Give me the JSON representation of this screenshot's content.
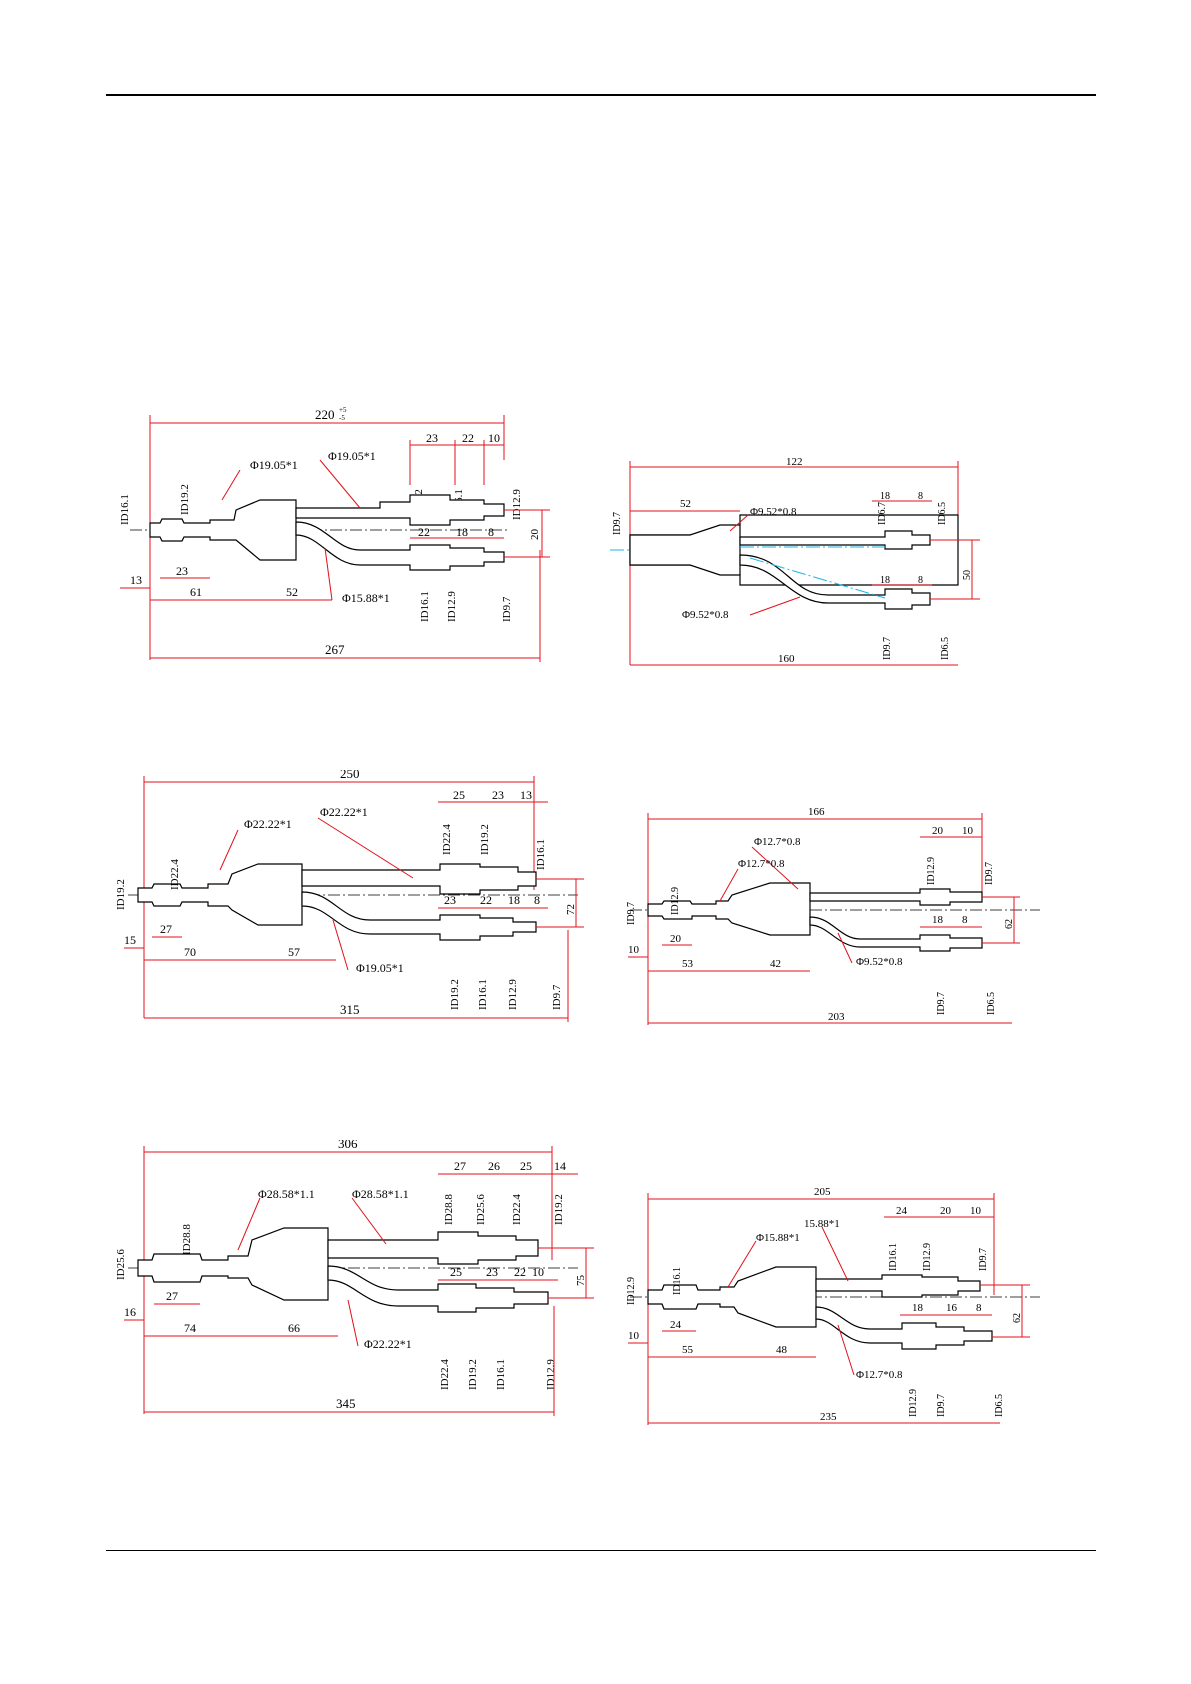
{
  "page": {
    "colors": {
      "dimension": "#e0111b",
      "outline": "#000000",
      "centerline_alt": "#19b7e6"
    }
  },
  "drawings": [
    {
      "id": "d1",
      "overall": "220",
      "overall_bottom": "267",
      "pipes": [
        "Φ19.05*1",
        "Φ19.05*1",
        "Φ15.88*1"
      ],
      "inlet_ids": [
        "ID16.1",
        "ID19.2"
      ],
      "upper_ids": [
        "ID19.2",
        "ID16.1",
        "ID12.9"
      ],
      "lower_ids": [
        "ID16.1",
        "ID12.9",
        "ID9.7"
      ],
      "upper_steps": [
        "23",
        "22",
        "10"
      ],
      "lower_steps": [
        "22",
        "18",
        "8"
      ],
      "left_dims": [
        "13",
        "23",
        "61",
        "52"
      ],
      "offset": "20"
    },
    {
      "id": "d2",
      "overall": "122",
      "overall_bottom": "160",
      "inlet_ids": [
        "ID9.7"
      ],
      "inlet_len": "52",
      "pipes": [
        "Φ9.52*0.8",
        "Φ9.52*0.8"
      ],
      "upper_ids": [
        "ID6.7",
        "ID6.5"
      ],
      "lower_ids": [
        "ID9.7",
        "ID6.5"
      ],
      "upper_steps": [
        "18",
        "8"
      ],
      "lower_steps": [
        "18",
        "8"
      ],
      "offset": "50"
    },
    {
      "id": "d3",
      "overall": "250",
      "overall_bottom": "315",
      "pipes": [
        "Φ22.22*1",
        "Φ22.22*1",
        "Φ19.05*1"
      ],
      "inlet_ids": [
        "ID19.2",
        "ID22.4"
      ],
      "upper_ids": [
        "ID22.4",
        "ID19.2",
        "ID16.1"
      ],
      "lower_ids": [
        "ID19.2",
        "ID16.1",
        "ID12.9",
        "ID9.7"
      ],
      "upper_steps": [
        "25",
        "23",
        "13"
      ],
      "lower_steps": [
        "23",
        "22",
        "18",
        "8"
      ],
      "left_dims": [
        "15",
        "27",
        "70",
        "57"
      ],
      "offset": "72"
    },
    {
      "id": "d4",
      "overall": "166",
      "overall_bottom": "203",
      "pipes": [
        "Φ12.7*0.8",
        "Φ12.7*0.8",
        "Φ9.52*0.8"
      ],
      "inlet_ids": [
        "ID9.7",
        "ID12.9"
      ],
      "upper_ids": [
        "ID12.9",
        "ID9.7"
      ],
      "lower_ids": [
        "ID9.7",
        "ID6.5"
      ],
      "upper_steps": [
        "20",
        "10"
      ],
      "lower_steps": [
        "18",
        "8"
      ],
      "left_dims": [
        "10",
        "20",
        "53",
        "42"
      ],
      "offset": "62"
    },
    {
      "id": "d5",
      "overall": "306",
      "overall_bottom": "345",
      "pipes": [
        "Φ28.58*1.1",
        "Φ28.58*1.1",
        "Φ22.22*1"
      ],
      "inlet_ids": [
        "ID25.6",
        "ID28.8"
      ],
      "upper_ids": [
        "ID28.8",
        "ID25.6",
        "ID22.4",
        "ID19.2"
      ],
      "lower_ids": [
        "ID22.4",
        "ID19.2",
        "ID16.1",
        "ID12.9"
      ],
      "upper_steps": [
        "27",
        "26",
        "25",
        "14"
      ],
      "lower_steps": [
        "25",
        "23",
        "22",
        "10"
      ],
      "left_dims": [
        "16",
        "27",
        "74",
        "66"
      ],
      "offset": "75"
    },
    {
      "id": "d6",
      "overall": "205",
      "overall_bottom": "235",
      "pipes": [
        "Φ15.88*1",
        "15.88*1",
        "Φ12.7*0.8"
      ],
      "inlet_ids": [
        "ID12.9",
        "ID16.1"
      ],
      "upper_ids": [
        "ID16.1",
        "ID12.9",
        "ID9.7"
      ],
      "lower_ids": [
        "ID12.9",
        "ID9.7",
        "ID6.5"
      ],
      "upper_steps": [
        "24",
        "20",
        "10"
      ],
      "lower_steps": [
        "18",
        "16",
        "8"
      ],
      "left_dims": [
        "10",
        "24",
        "55",
        "48"
      ],
      "offset": "62"
    }
  ]
}
